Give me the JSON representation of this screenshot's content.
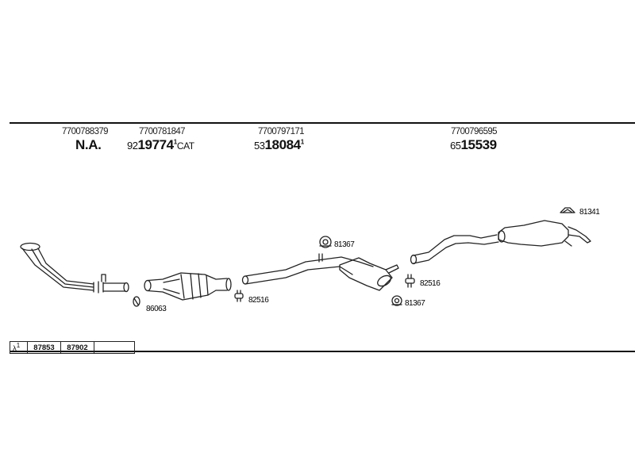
{
  "diagram": {
    "parts": [
      {
        "oe_number": "7700788379",
        "prefix": "",
        "code": "N.A.",
        "marker": "",
        "suffix": ""
      },
      {
        "oe_number": "7700781847",
        "prefix": "92",
        "code": "19774",
        "marker": "1",
        "suffix": "CAT"
      },
      {
        "oe_number": "7700797171",
        "prefix": "53",
        "code": "18084",
        "marker": "1",
        "suffix": ""
      },
      {
        "oe_number": "7700796595",
        "prefix": "65",
        "code": "15539",
        "marker": "",
        "suffix": ""
      }
    ],
    "callouts": {
      "c86063": "86063",
      "c82516a": "82516",
      "c81367a": "81367",
      "c81367b": "81367",
      "c82516b": "82516",
      "c81341": "81341"
    },
    "lambda_table": {
      "symbol": "λ",
      "marker": "1",
      "values": [
        "87853",
        "87902"
      ]
    }
  }
}
